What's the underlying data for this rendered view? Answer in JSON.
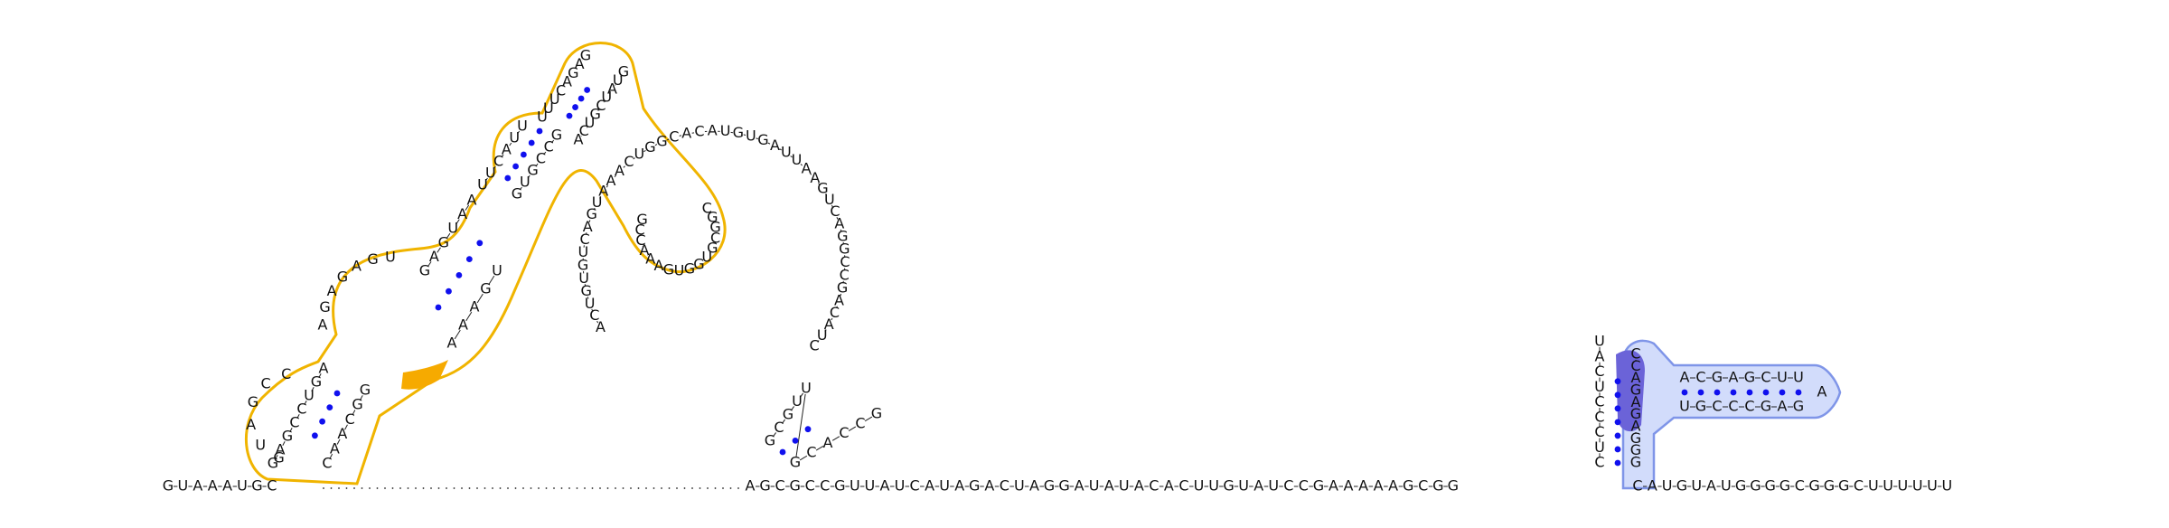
{
  "diagram": {
    "type": "rna-secondary-structure",
    "colors": {
      "base_pair_dot": "#1010ee",
      "region_1_outline": "#f0b400",
      "region_1_highlight": "#f6aa00",
      "region_2_fill": "#d2dcfb",
      "region_2_outline": "#7f95e8",
      "region_2_highlight": "#6b63d8",
      "nucleotide_text": "#111111"
    },
    "backbone_5prime": "GUAAAUGC",
    "gap_segment": "··································",
    "backbone_middle": "AGCGCCGUUAUCAUAGACUAGGAUAUACACUUGUAUCCGAAAAAGCGG",
    "backbone_3prime": "CAUGUAUGGGGCGGGCUUUUUU",
    "stems": {
      "stem_a_left": "GAGCCUGA",
      "stem_a_right": "CAACGG",
      "stem_b_left": "GAGUAA",
      "stem_b_right": "AAAGU",
      "stem_c_left": "UUCAUU",
      "stem_c_right": "GUGCCG",
      "stem_d_left": "UUUCAGAG",
      "stem_d_right": "ACUGCUAUG",
      "hairpin_d": "CGGCGUGGUGAAACCG",
      "loop_e": "ACUGUGUCAGUAAACUGGCACAUGUGAUUAAGUCAGGCCGACAUC",
      "hairpin_f": "GCGUUGCACCG",
      "stem_g_left": "CUCCCUCAU",
      "stem_g_right": "GGGAGAGACC",
      "stem_h_top": "ACGAGCUU",
      "stem_h_bottom": "UGCCCGAG",
      "stem_h_loop": "A"
    }
  }
}
